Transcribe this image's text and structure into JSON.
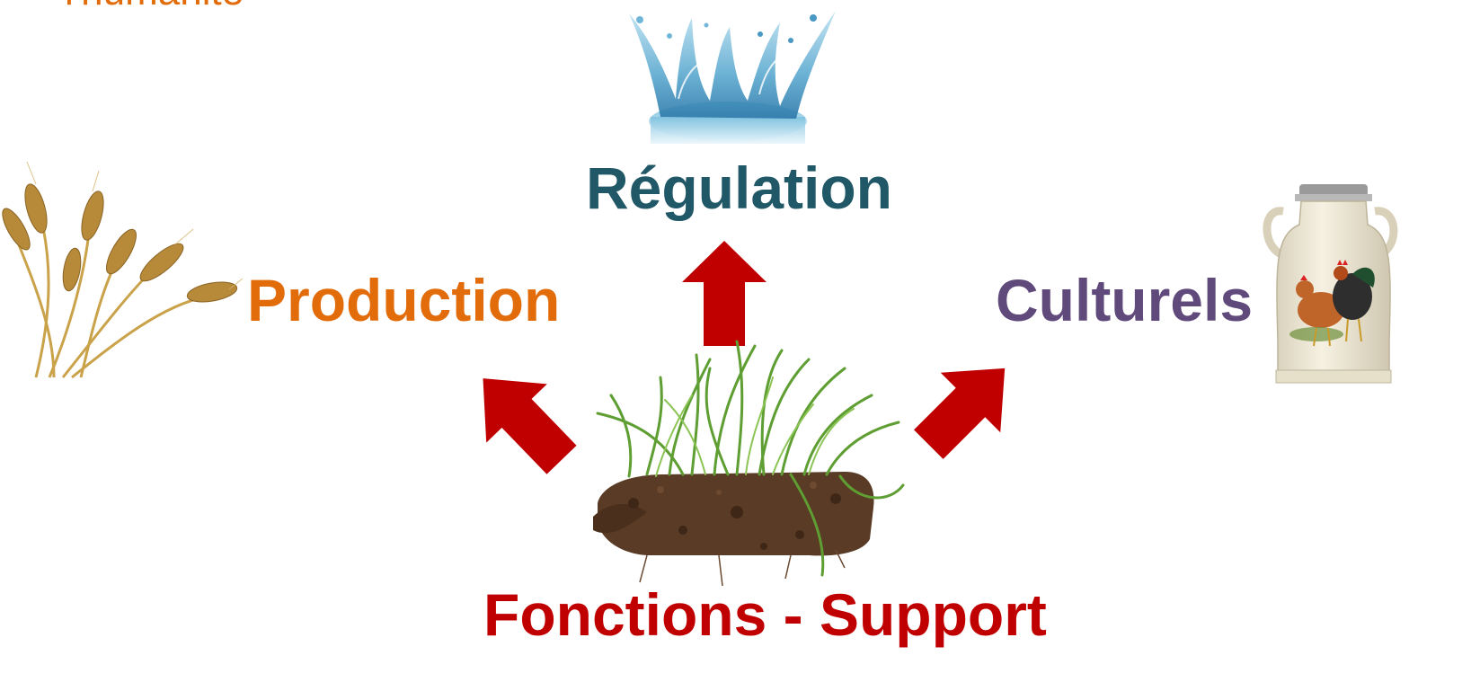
{
  "header": {
    "title_fragment": "l'humanité"
  },
  "diagram": {
    "labels": {
      "regulation": "Régulation",
      "production": "Production",
      "culturels": "Culturels",
      "support": "Fonctions - Support"
    },
    "colors": {
      "regulation": "#215868",
      "production": "#e26b0a",
      "culturels": "#604a7b",
      "support": "#c00000",
      "arrow": "#c00000"
    },
    "images": {
      "water": "water-splash",
      "wheat": "wheat-ears",
      "milk_can": "milk-can-with-hens",
      "grass_soil": "grass-soil-clump"
    }
  }
}
